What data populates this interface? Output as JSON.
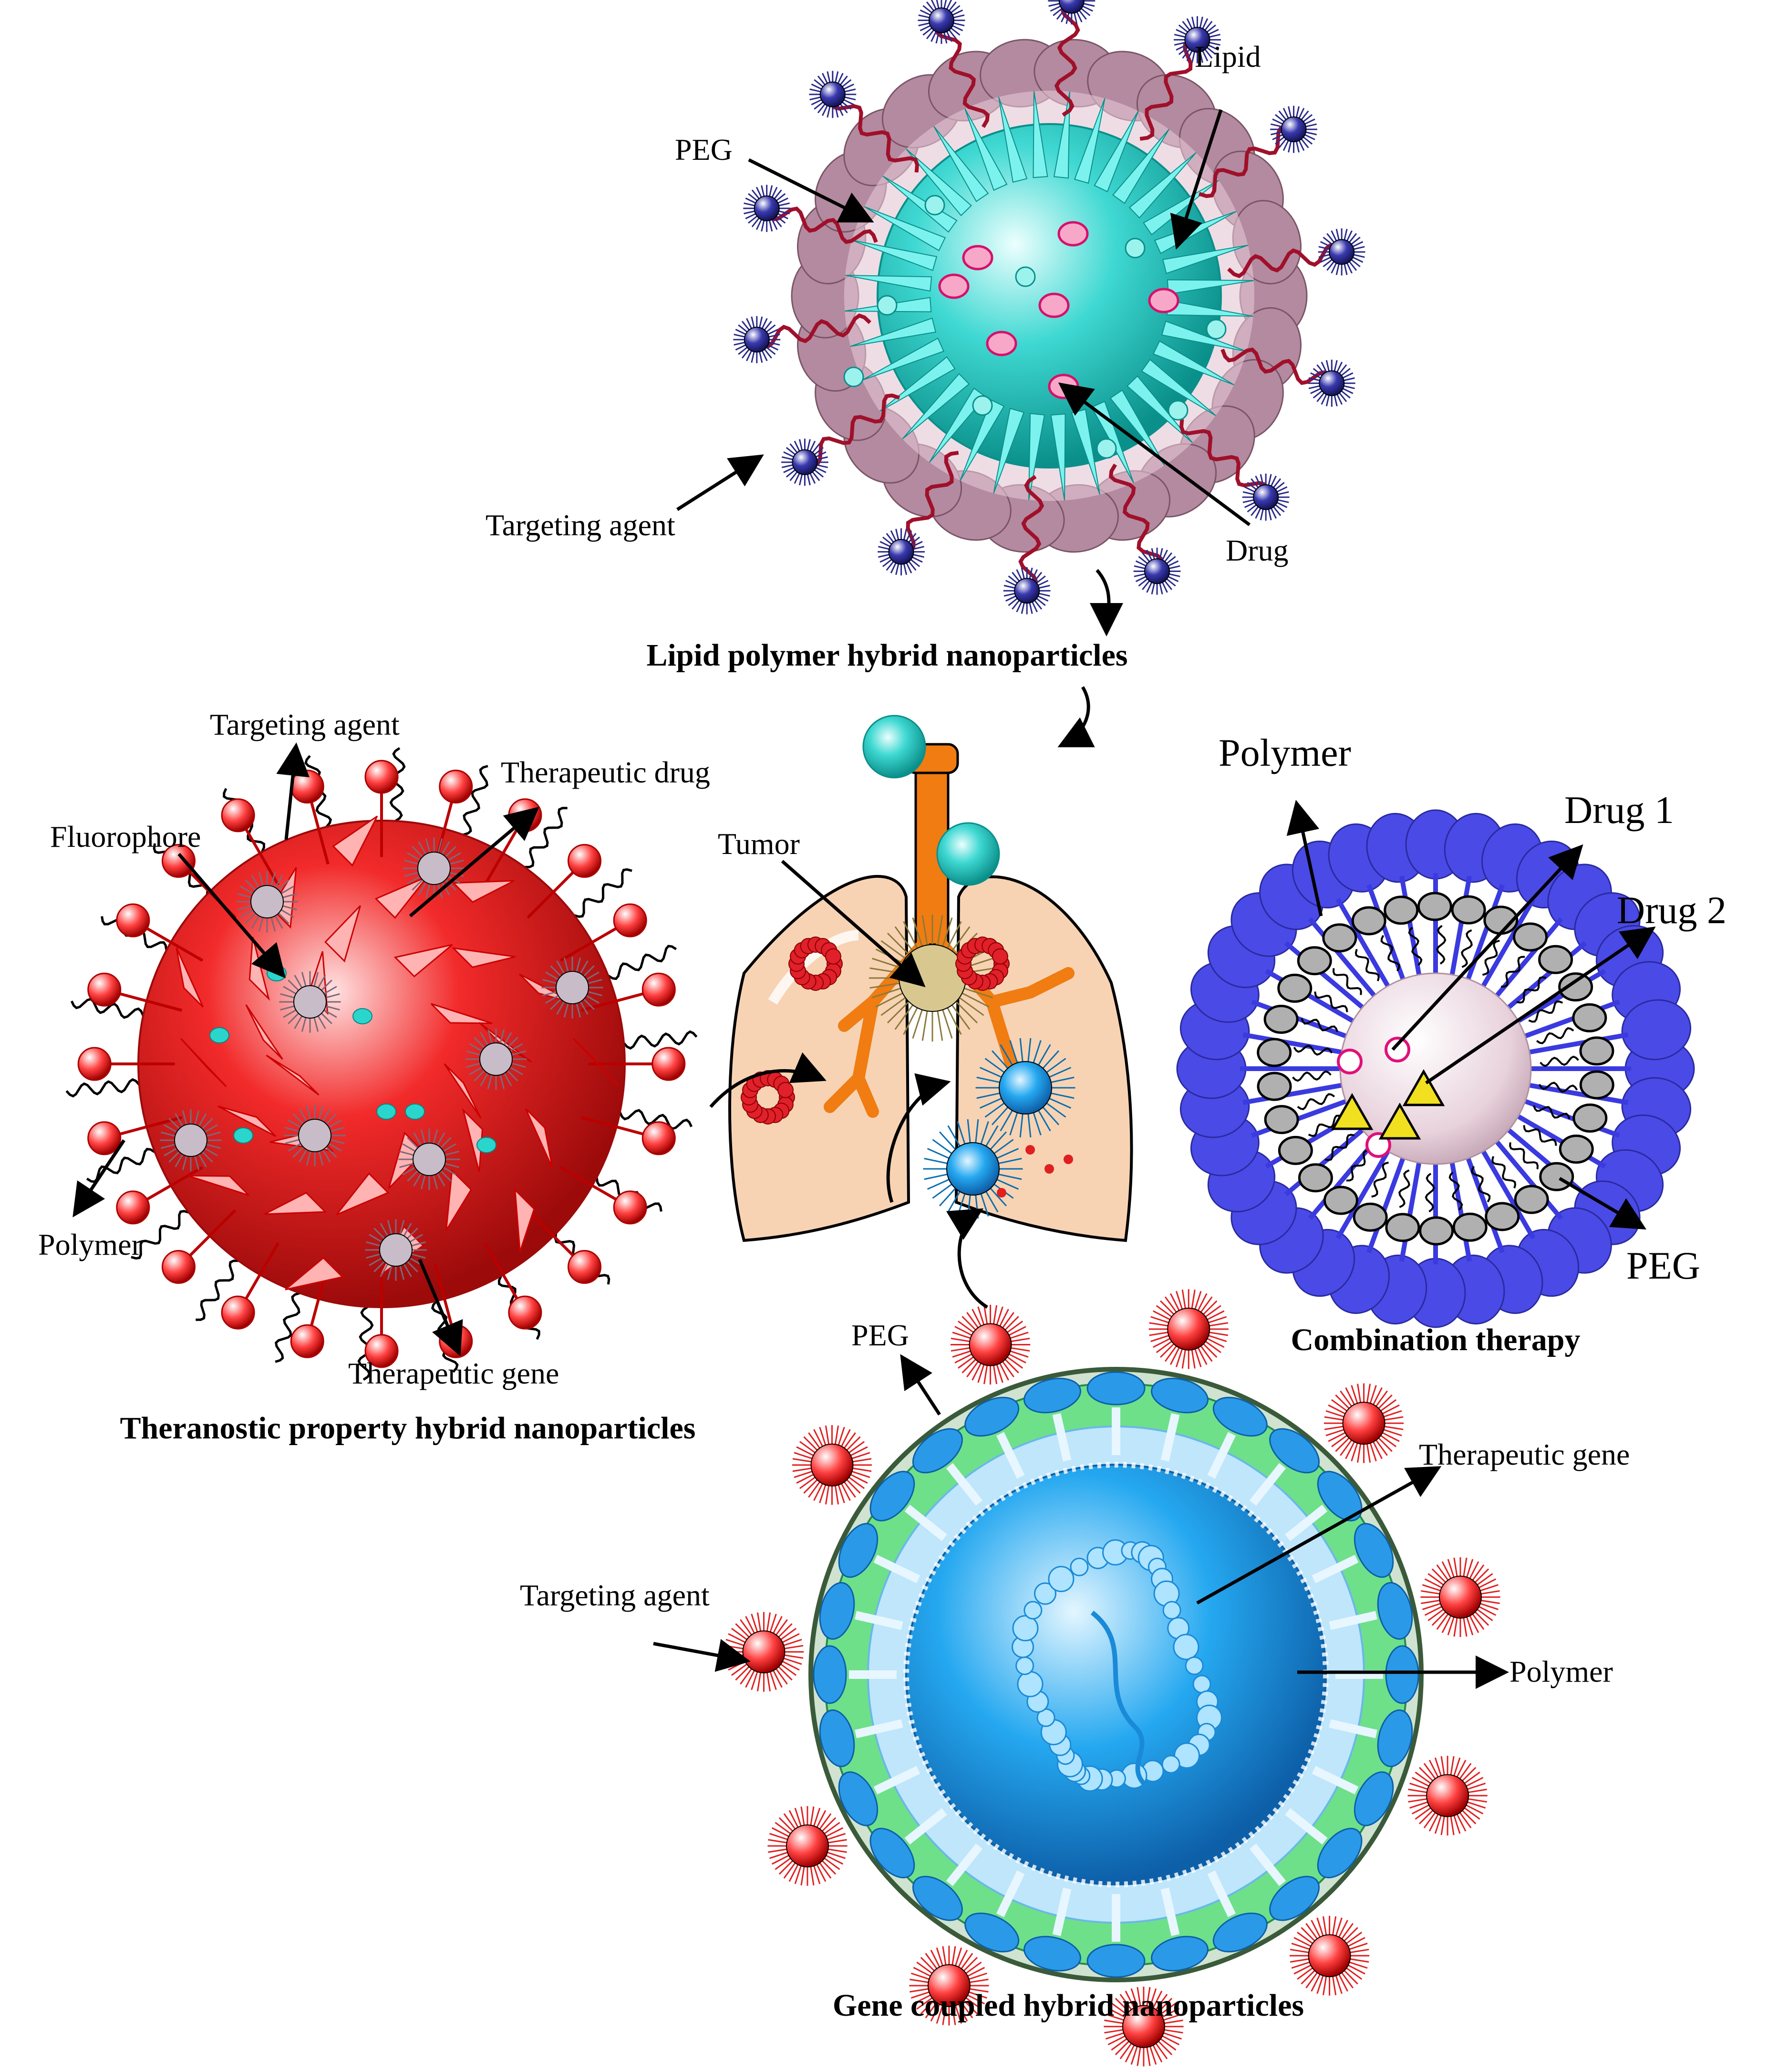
{
  "colors": {
    "lipid_core": "#3fd8d2",
    "lipid_shell": "#b48aa0",
    "targeting_ligand": "#2a2a8a",
    "peg_chain": "#a0102a",
    "theranostic_core": "#f22a2a",
    "combination_shell": "#4a4ae6",
    "combination_core": "#e8d2dc",
    "gene_core": "#25a8f0",
    "gene_ring": "#6ee08a",
    "lung": "#f7d3b4",
    "trachea": "#f07c12",
    "tumor": "#e0202a",
    "drug2_triangle": "#f0e020"
  },
  "icons": {
    "drug": "pink-circle-icon",
    "drug2": "yellow-triangle-icon",
    "targeting_agent": "ligand-sphere-icon",
    "tumor": "tumor-cluster-icon"
  },
  "lipid_polymer": {
    "title": "Lipid polymer hybrid nanoparticles",
    "label_peg": "PEG",
    "label_lipid": "Lipid",
    "label_targeting": "Targeting agent",
    "label_drug": "Drug"
  },
  "theranostic": {
    "title": "Theranostic property hybrid nanoparticles",
    "label_targeting": "Targeting agent",
    "label_therapeutic_drug": "Therapeutic drug",
    "label_fluorophore": "Fluorophore",
    "label_polymer": "Polymer",
    "label_therapeutic_gene": "Therapeutic gene"
  },
  "lung": {
    "label_tumor": "Tumor"
  },
  "combination": {
    "title": "Combination therapy",
    "label_polymer": "Polymer",
    "label_drug1": "Drug 1",
    "label_drug2": "Drug 2",
    "label_peg": "PEG"
  },
  "gene_coupled": {
    "title": "Gene coupled hybrid nanoparticles",
    "label_peg": "PEG",
    "label_therapeutic_gene": "Therapeutic gene",
    "label_targeting": "Targeting agent",
    "label_polymer": "Polymer"
  }
}
